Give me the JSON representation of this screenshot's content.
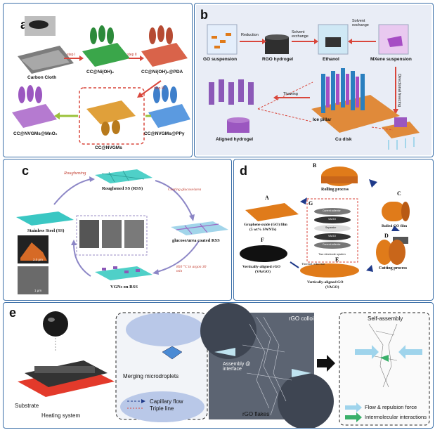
{
  "panel_a": {
    "label": "a",
    "items": {
      "carbon_cloth": "Carbon Cloth",
      "cc_ni_oh2": "CC@Ni(OH)₂",
      "cc_ni_oh2_pda": "CC@Ni(OH)₂@PDA",
      "cc_nvgms_mno2": "CC@NVGMs@MnO₂",
      "cc_nvgms": "CC@NVGMs",
      "cc_nvgms_ppy": "CC@NVGMs@PPy"
    },
    "steps": {
      "step1": "step I",
      "step2": "step II",
      "step3": "step III"
    }
  },
  "panel_b": {
    "label": "b",
    "items": {
      "go_suspension": "GO suspension",
      "rgo_hydrogel": "RGO hydrogel",
      "ethanol": "Ethanol",
      "mxene_suspension": "MXene suspension",
      "aligned_hydrogel": "Aligned hydrogel",
      "ice_pillar": "Ice pillar",
      "cu_disk": "Cu disk"
    },
    "arrows": {
      "reduction": "Reduction",
      "solvent_exchange_1": "Solvent exchange",
      "solvent_exchange_2": "Solvent exchange",
      "thawing": "Thawing",
      "directional_freezing": "Directional freezing"
    }
  },
  "panel_c": {
    "label": "c",
    "items": {
      "stainless_steel": "Stainless Steel (SS)",
      "roughened_ss": "Roughened SS (RSS)",
      "glucose_urea": "glucose/urea coated RSS",
      "vgns_on_rss": "VGNs on RSS"
    },
    "arrows": {
      "roughening": "Roughening",
      "coating": "Coating glucose/urea",
      "anneal": "850 °C in argon 30 min"
    },
    "scale": {
      "s1": "2.0 μm",
      "s2": "1 μm"
    }
  },
  "panel_d": {
    "label": "d",
    "letters": {
      "A": "A",
      "B": "B",
      "C": "C",
      "D": "D",
      "E": "E",
      "F": "F",
      "G": "G"
    },
    "items": {
      "go_film": "Graphene oxide (GO) film",
      "go_film_sub": "(5 wt% SWNTs)",
      "rolling": "Rolling process",
      "rolled_go": "Rolled GO film",
      "cutting": "Cutting process",
      "va_go": "Vertically-aligned GO",
      "va_go_sub": "(VAGO)",
      "va_rgo": "Vertically-aligned rGO",
      "va_rgo_sub": "(VArGO)",
      "thermal": "Thermal reduction",
      "device_layers": [
        "Current collector",
        "VArGO",
        "Separator",
        "VArGO",
        "Current collector"
      ],
      "two_electrode": "Two electrode system"
    }
  },
  "panel_e": {
    "label": "e",
    "items": {
      "substrate": "Substrate",
      "heating": "Heating system",
      "merging": "Merging microdroplets",
      "capillary": "Capillary flow",
      "triple": "Triple line",
      "rgo_colloid": "rGO colloid",
      "assembly": "Assembly @ interface",
      "rgo_flakes": "rGO flakes",
      "self_assembly": "Self-assembly",
      "flow_force": "Flow & repulsion force",
      "intermolecular": "Intermolecular interactions"
    }
  },
  "colors": {
    "panel_border": "#3b6fa8",
    "green": "#3aa64a",
    "orange": "#e07b1a",
    "purple": "#a64dc4",
    "blue": "#4a8ad4",
    "teal": "#2ec4b6",
    "red_arrow": "#d9463b"
  }
}
